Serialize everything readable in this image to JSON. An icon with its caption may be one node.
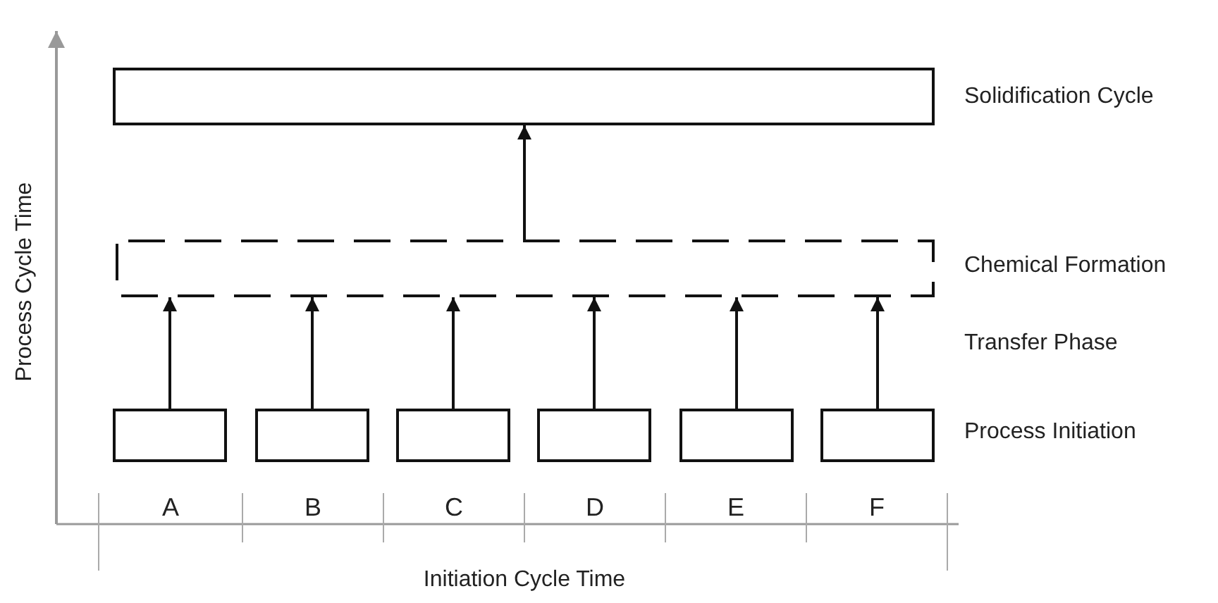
{
  "diagram": {
    "nodes": [
      {
        "text": [],
        "shape": "box"
      },
      {
        "text": [],
        "shape": "box"
      },
      {
        "text": [],
        "shape": "box"
      },
      {
        "text": [],
        "shape": "box"
      },
      {
        "text": [],
        "shape": "box"
      },
      {
        "text": [],
        "shape": "box"
      },
      {
        "text": [],
        "shape": "box"
      },
      {
        "text": [],
        "shape": "box"
      }
    ],
    "edges": [
      {
        "from": 1,
        "to": 0,
        "arrow": "to"
      },
      {
        "from": 2,
        "to": 1,
        "arrow": "to"
      },
      {
        "from": 3,
        "to": 1,
        "arrow": "to"
      },
      {
        "from": 4,
        "to": 1,
        "arrow": "to"
      },
      {
        "from": 5,
        "to": 1,
        "arrow": "to"
      },
      {
        "from": 6,
        "to": 1,
        "arrow": "to"
      },
      {
        "from": 7,
        "to": 1,
        "arrow": "to"
      }
    ],
    "labels": [
      "Solidification Cycle",
      "Chemical Formation",
      "Transfer Phase",
      "Process Initiation",
      "A",
      "B",
      "C",
      "D",
      "E",
      "F",
      "Process Cycle Time",
      "Initiation Cycle Time"
    ]
  }
}
